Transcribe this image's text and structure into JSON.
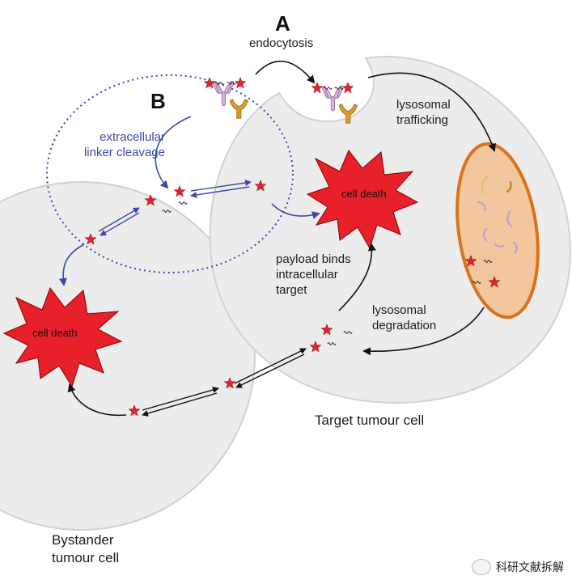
{
  "labels": {
    "panel_a": "A",
    "panel_b": "B",
    "endocytosis": "endocytosis",
    "lysosomal_trafficking": [
      "lysosomal",
      "trafficking"
    ],
    "extracellular_linker_cleavage": [
      "extracellular",
      "linker cleavage"
    ],
    "payload_binds": [
      "payload binds",
      "intracellular",
      "target"
    ],
    "lysosomal_degradation": [
      "lysosomal",
      "degradation"
    ],
    "cell_death": "cell death",
    "target_cell": "Target tumour cell",
    "bystander_cell": [
      "Bystander",
      "tumour cell"
    ],
    "watermark": "科研文献拆解"
  },
  "colors": {
    "cell_fill": "#ececec",
    "cell_stroke": "#d2d2d2",
    "star_red": "#e8202a",
    "blue_arrow": "#3b4aa8",
    "lysosome_fill": "#f3c79d",
    "lysosome_stroke": "#d9731e",
    "antibody_purple": "#c89ad0",
    "receptor_gold": "#d89a2e"
  },
  "icons": {
    "antibody": "antibody-icon",
    "receptor": "receptor-icon",
    "payload": "payload-star-icon",
    "explosion": "cell-death-burst-icon"
  }
}
